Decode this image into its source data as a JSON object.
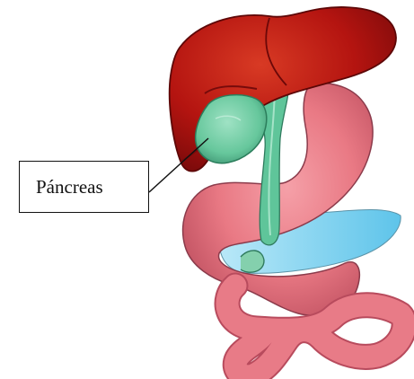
{
  "labels": {
    "pancreas": "Páncreas"
  },
  "organs": {
    "liver": "liver-illustration",
    "pancreas": "pancreas-illustration",
    "bile_duct": "bile-duct-illustration",
    "stomach": "stomach-illustration",
    "duodenum": "duodenum-illustration",
    "intestine": "small-intestine-illustration",
    "vessel": "blue-vessel-illustration"
  },
  "colors": {
    "liver": "#c01a10",
    "liver_dark": "#7e0b0b",
    "pancreas": "#6fd0a6",
    "pancreas_outline": "#2d7a5d",
    "stomach": "#e87a86",
    "stomach_dark": "#b94b5a",
    "vessel": "#85d3f0",
    "line": "#111111",
    "text": "#111111"
  }
}
